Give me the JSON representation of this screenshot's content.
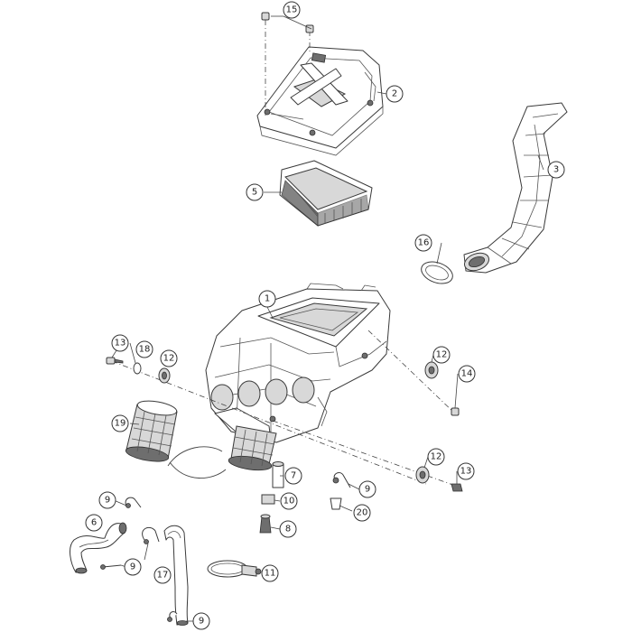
{
  "callouts": [
    {
      "id": "c1",
      "label": "1"
    },
    {
      "id": "c2",
      "label": "2"
    },
    {
      "id": "c3",
      "label": "3"
    },
    {
      "id": "c5",
      "label": "5"
    },
    {
      "id": "c6",
      "label": "6"
    },
    {
      "id": "c7",
      "label": "7"
    },
    {
      "id": "c8",
      "label": "8"
    },
    {
      "id": "c9a",
      "label": "9"
    },
    {
      "id": "c9b",
      "label": "9"
    },
    {
      "id": "c9c",
      "label": "9"
    },
    {
      "id": "c9d",
      "label": "9"
    },
    {
      "id": "c10",
      "label": "10"
    },
    {
      "id": "c11",
      "label": "11"
    },
    {
      "id": "c12a",
      "label": "12"
    },
    {
      "id": "c12b",
      "label": "12"
    },
    {
      "id": "c12c",
      "label": "12"
    },
    {
      "id": "c13a",
      "label": "13"
    },
    {
      "id": "c13b",
      "label": "13"
    },
    {
      "id": "c14",
      "label": "14"
    },
    {
      "id": "c15",
      "label": "15"
    },
    {
      "id": "c16",
      "label": "16"
    },
    {
      "id": "c17",
      "label": "17"
    },
    {
      "id": "c18",
      "label": "18"
    },
    {
      "id": "c19",
      "label": "19"
    },
    {
      "id": "c20",
      "label": "20"
    }
  ]
}
